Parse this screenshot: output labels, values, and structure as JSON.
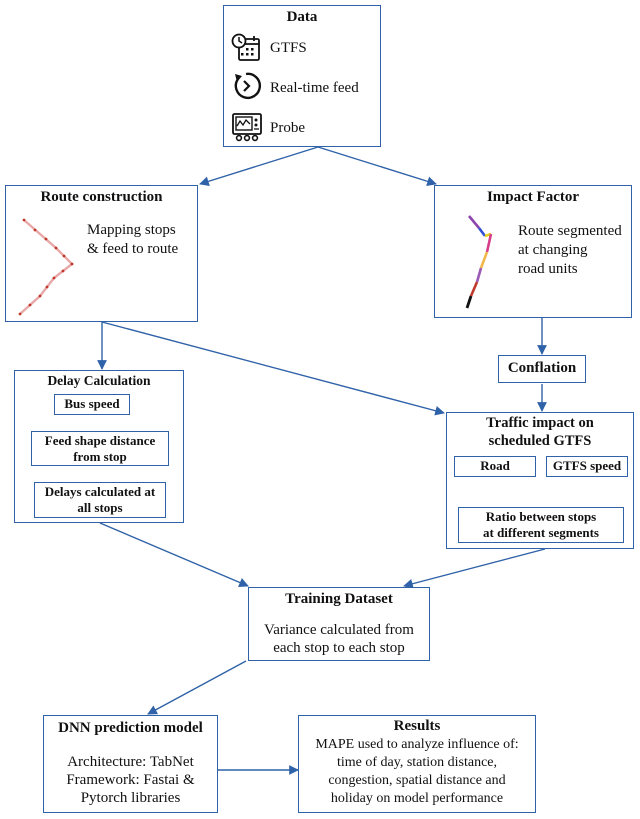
{
  "data": {
    "title": "Data",
    "items": [
      "GTFS",
      "Real-time feed",
      "Probe"
    ]
  },
  "route": {
    "title": "Route construction",
    "lines": [
      "Mapping stops",
      "& feed to route"
    ]
  },
  "impact": {
    "title": "Impact Factor",
    "lines": [
      "Route segmented",
      "at changing",
      "road units"
    ]
  },
  "conflation": {
    "title": "Conflation"
  },
  "delay": {
    "title": "Delay Calculation",
    "steps": [
      [
        "Bus speed"
      ],
      [
        "Feed shape distance",
        "from stop"
      ],
      [
        "Delays calculated at",
        "all stops"
      ]
    ]
  },
  "traffic": {
    "title": [
      "Traffic impact on",
      "scheduled GTFS"
    ],
    "road": "Road",
    "gtfs_speed": "GTFS speed",
    "ratio": [
      "Ratio between stops",
      "at different segments"
    ]
  },
  "training": {
    "title": "Training Dataset",
    "lines": [
      "Variance calculated from",
      "each stop to each stop"
    ]
  },
  "dnn": {
    "title": "DNN prediction model",
    "lines": [
      "Architecture: TabNet",
      "Framework: Fastai &",
      "Pytorch libraries"
    ]
  },
  "results": {
    "title": "Results",
    "lines": [
      "MAPE used to analyze influence of:",
      "time of day, station distance,",
      "congestion, spatial distance and",
      "holiday on model performance"
    ]
  }
}
